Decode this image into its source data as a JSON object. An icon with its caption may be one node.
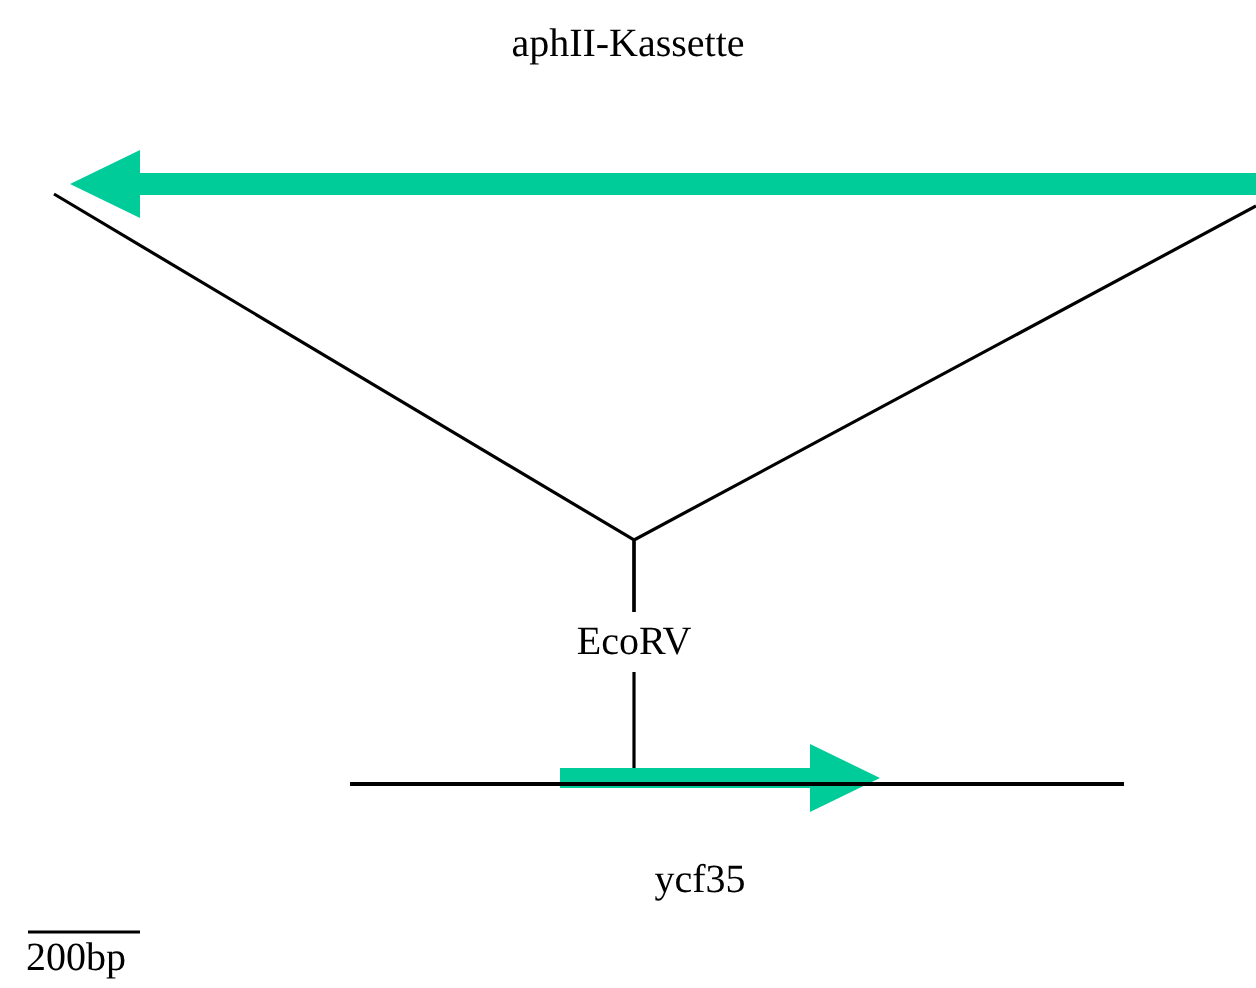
{
  "diagram": {
    "nodes": [
      {
        "text": [
          "aphII-Kassette"
        ]
      },
      {
        "text": [
          "EcoRV"
        ]
      },
      {
        "text": [
          "ycf35"
        ]
      },
      {
        "text": [],
        "shape": "bar"
      }
    ],
    "edges": [
      {
        "from": 0,
        "to": 1,
        "arrow": "none"
      },
      {
        "from": 0,
        "to": 1,
        "arrow": "none"
      },
      {
        "from": 1,
        "to": 3,
        "arrow": "none"
      }
    ],
    "labels": [
      "200bp"
    ]
  }
}
